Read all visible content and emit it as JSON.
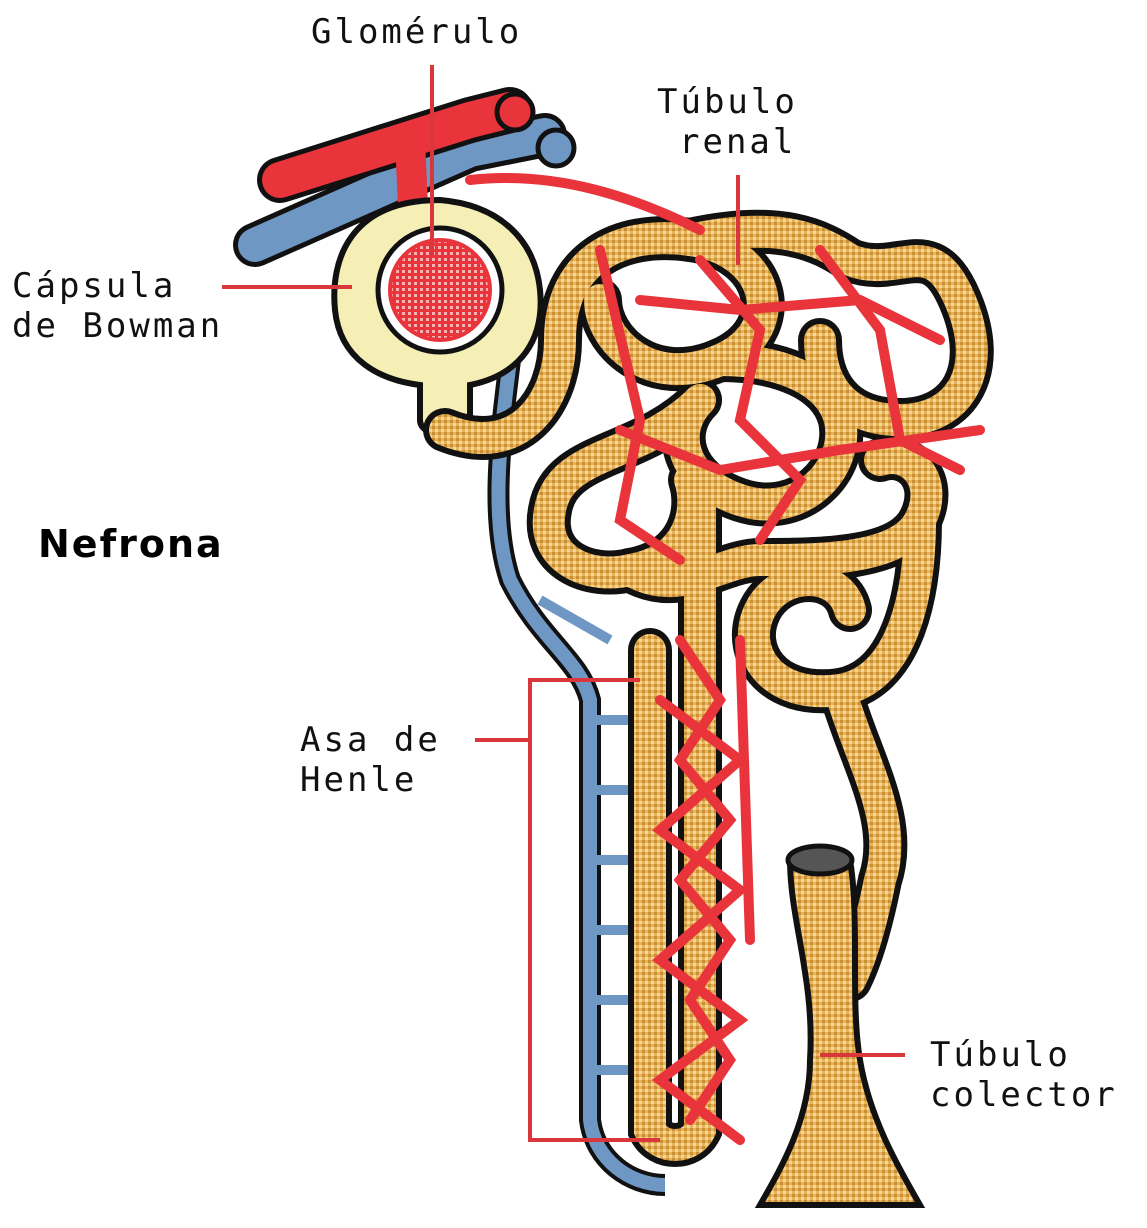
{
  "title": "Nefrona",
  "labels": {
    "glomerulo": "Glomérulo",
    "tubulo_renal": [
      "Túbulo",
      "renal"
    ],
    "capsula": [
      "Cápsula",
      "de Bowman"
    ],
    "asa": [
      "Asa de",
      "Henle"
    ],
    "tubulo_colector": [
      "Túbulo",
      "colector"
    ]
  },
  "colors": {
    "artery": "#e8343a",
    "vein": "#6f97c4",
    "tubule": "#e9b35a",
    "capsule": "#f5eeb5",
    "outline": "#111111",
    "leader": "#d9373b"
  }
}
